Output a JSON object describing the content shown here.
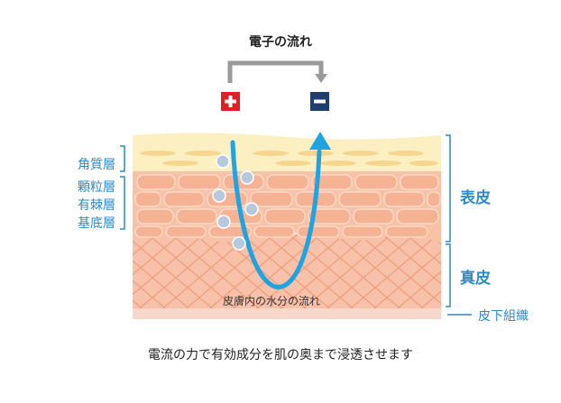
{
  "title": "電子の流れ",
  "electrodes": {
    "plus": "+",
    "minus": "−"
  },
  "left_labels": [
    "角質層",
    "顆粒層",
    "有棘層",
    "基底層"
  ],
  "right_labels": {
    "epidermis": "表皮",
    "dermis": "真皮",
    "subcutis": "皮下組織"
  },
  "inner_flow_label": "皮膚内の水分の流れ",
  "caption": "電流の力で有効成分を肌の奥まで浸透させます",
  "colors": {
    "text_blue": "#2a8cc9",
    "arrow_blue": "#1fa3e1",
    "plus_red": "#e02027",
    "minus_navy": "#1e3f6e",
    "horny_layer": "#fcefc2",
    "epidermis": "#f8c2a7",
    "dermis": "#f7c0a7",
    "subcutis": "#f9d8cc",
    "bracket_gray": "#9a9a9a"
  }
}
